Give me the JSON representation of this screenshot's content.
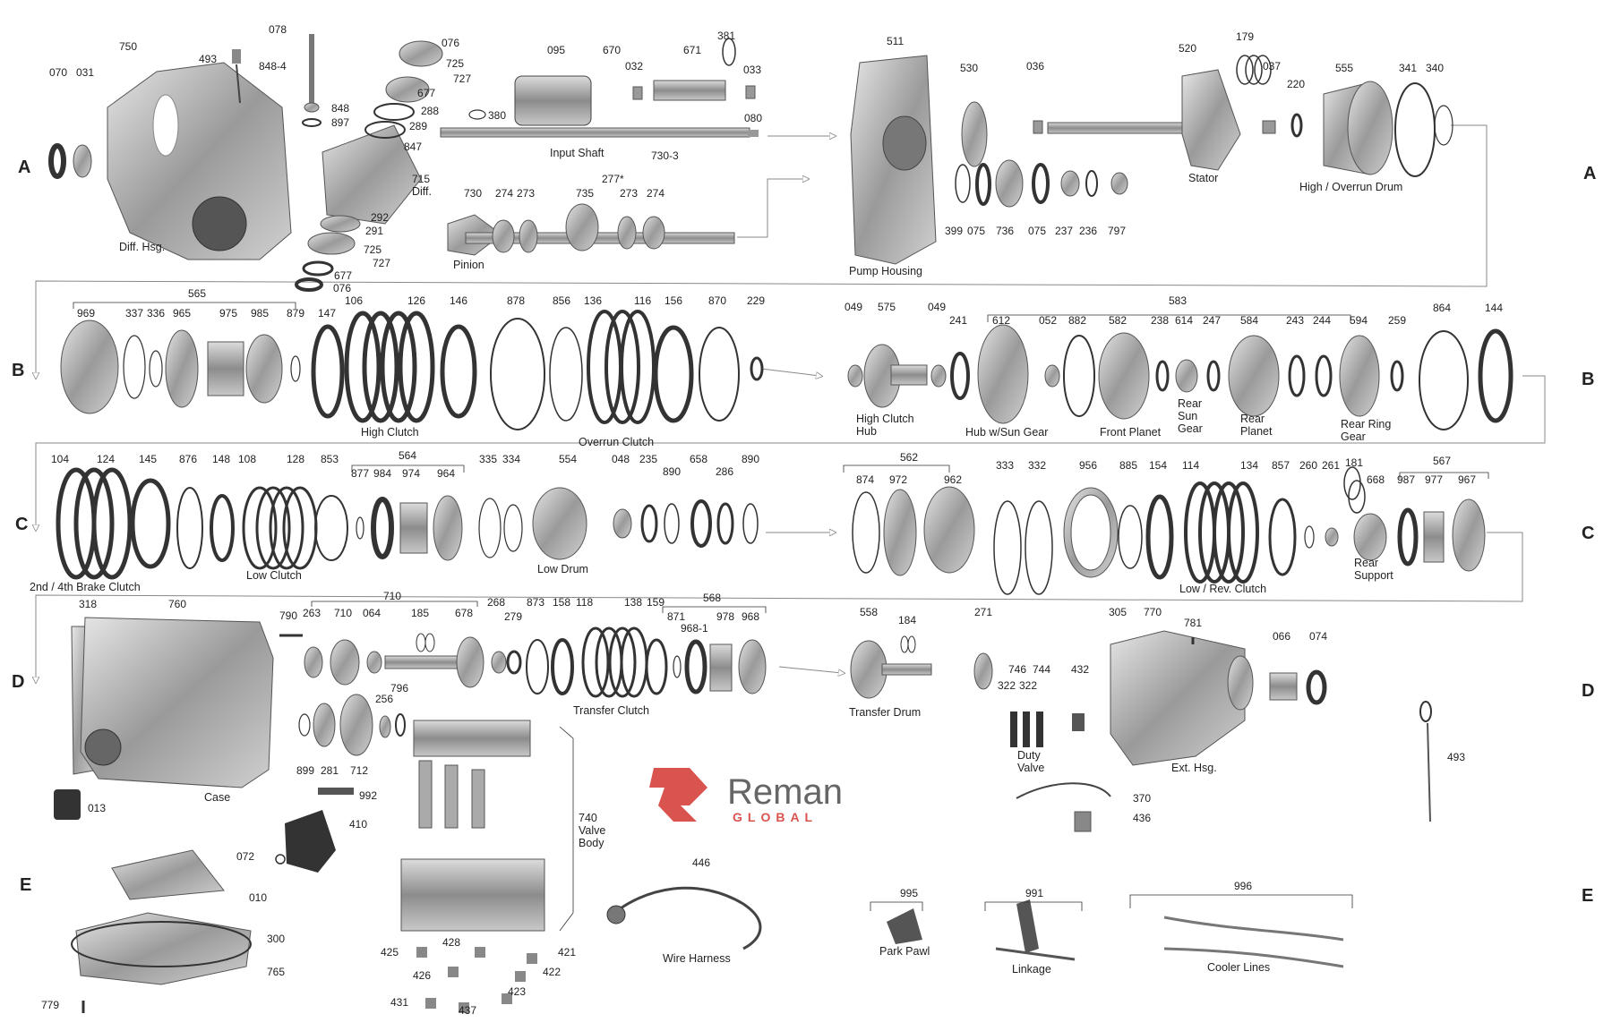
{
  "row_letters": {
    "a": "A",
    "b": "B",
    "c": "C",
    "d": "D",
    "e": "E"
  },
  "logo": {
    "brand": "Reman",
    "tagline": "GLOBAL"
  },
  "names": {
    "diff_hsg": "Diff. Hsg.",
    "diff": "Diff.",
    "pinion": "Pinion",
    "input_shaft": "Input Shaft",
    "pump_housing": "Pump Housing",
    "stator": "Stator",
    "high_overrun_drum": "High / Overrun Drum",
    "high_clutch": "High Clutch",
    "overrun_clutch": "Overrun Clutch",
    "high_clutch_hub": "High Clutch\nHub",
    "hub_sun_gear": "Hub w/Sun Gear",
    "front_planet": "Front Planet",
    "rear_sun_gear": "Rear\nSun\nGear",
    "rear_planet": "Rear\nPlanet",
    "rear_ring_gear": "Rear Ring\nGear",
    "brake_clutch": "2nd / 4th Brake Clutch",
    "low_clutch": "Low Clutch",
    "low_drum": "Low Drum",
    "low_rev_clutch": "Low / Rev. Clutch",
    "rear_support": "Rear\nSupport",
    "case": "Case",
    "transfer_clutch": "Transfer Clutch",
    "transfer_drum": "Transfer Drum",
    "duty_valve": "Duty\nValve",
    "ext_hsg": "Ext. Hsg.",
    "valve_body": "740\nValve\nBody",
    "wire_harness": "Wire Harness",
    "park_pawl": "Park Pawl",
    "linkage": "Linkage",
    "cooler_lines": "Cooler Lines"
  },
  "row_a": {
    "n070": "070",
    "n031": "031",
    "n750": "750",
    "n493": "493",
    "n078": "078",
    "n848_4": "848-4",
    "n848": "848",
    "n897": "897",
    "n076": "076",
    "n725": "725",
    "n727": "727",
    "n677": "677",
    "n288": "288",
    "n289": "289",
    "n847": "847",
    "n715": "715",
    "n292": "292",
    "n291": "291",
    "n725b": "725",
    "n727b": "727",
    "n677b": "677",
    "n076b": "076",
    "n095": "095",
    "n670": "670",
    "n032": "032",
    "n671": "671",
    "n381": "381",
    "n033": "033",
    "n380": "380",
    "n080": "080",
    "n730_3": "730-3",
    "n730": "730",
    "n274": "274",
    "n273": "273",
    "n735": "735",
    "n277": "277*",
    "n273b": "273",
    "n274b": "274",
    "n511": "511",
    "n530": "530",
    "n036": "036",
    "n520": "520",
    "n179": "179",
    "n037": "037",
    "n220": "220",
    "n555": "555",
    "n341": "341",
    "n340": "340",
    "n399": "399",
    "n075": "075",
    "n736": "736",
    "n075b": "075",
    "n237": "237",
    "n236": "236",
    "n797": "797"
  },
  "row_b": {
    "n565": "565",
    "n969": "969",
    "n337": "337",
    "n336": "336",
    "n965": "965",
    "n975": "975",
    "n985": "985",
    "n879": "879",
    "n147": "147",
    "n106": "106",
    "n126": "126",
    "n146": "146",
    "n878": "878",
    "n856": "856",
    "n136": "136",
    "n116": "116",
    "n156": "156",
    "n870": "870",
    "n229": "229",
    "n049": "049",
    "n575": "575",
    "n049b": "049",
    "n241": "241",
    "n583": "583",
    "n612": "612",
    "n052": "052",
    "n882": "882",
    "n582": "582",
    "n238": "238",
    "n614": "614",
    "n247": "247",
    "n584": "584",
    "n243": "243",
    "n244": "244",
    "n594": "594",
    "n259": "259",
    "n864": "864",
    "n144": "144"
  },
  "row_c": {
    "n104": "104",
    "n124": "124",
    "n145": "145",
    "n876": "876",
    "n148": "148",
    "n108": "108",
    "n128": "128",
    "n853": "853",
    "n564": "564",
    "n877": "877",
    "n984": "984",
    "n974": "974",
    "n964": "964",
    "n335": "335",
    "n334": "334",
    "n554": "554",
    "n048": "048",
    "n235": "235",
    "n890": "890",
    "n658": "658",
    "n286": "286",
    "n890b": "890",
    "n562": "562",
    "n874": "874",
    "n972": "972",
    "n962": "962",
    "n333": "333",
    "n332": "332",
    "n956": "956",
    "n885": "885",
    "n154": "154",
    "n114": "114",
    "n134": "134",
    "n857": "857",
    "n260": "260",
    "n261": "261",
    "n181": "181",
    "n668": "668",
    "n567": "567",
    "n987": "987",
    "n977": "977",
    "n967": "967"
  },
  "row_d": {
    "n318": "318",
    "n760": "760",
    "n790": "790",
    "n263": "263",
    "n710": "710",
    "n710b": "710",
    "n064": "064",
    "n185": "185",
    "n678": "678",
    "n268": "268",
    "n279": "279",
    "n873": "873",
    "n158": "158",
    "n118": "118",
    "n138": "138",
    "n159": "159",
    "n568": "568",
    "n871": "871",
    "n968_1": "968-1",
    "n978": "978",
    "n968": "968",
    "n558": "558",
    "n184": "184",
    "n271": "271",
    "n305": "305",
    "n770": "770",
    "n781": "781",
    "n066": "066",
    "n074": "074",
    "n746": "746",
    "n744": "744",
    "n322": "322",
    "n322b": "322",
    "n432": "432",
    "n796": "796",
    "n256": "256",
    "n899": "899",
    "n281": "281",
    "n712": "712",
    "n013": "013",
    "n493b": "493"
  },
  "row_e": {
    "n992": "992",
    "n410": "410",
    "n072": "072",
    "n010": "010",
    "n300": "300",
    "n765": "765",
    "n779": "779",
    "n446": "446",
    "n425": "425",
    "n428": "428",
    "n421": "421",
    "n426": "426",
    "n422": "422",
    "n431": "431",
    "n437": "437",
    "n423": "423",
    "n370": "370",
    "n436": "436",
    "n995": "995",
    "n991": "991",
    "n996": "996"
  },
  "colors": {
    "logo_red": "#d9534f",
    "logo_gray": "#666666",
    "flow_line": "#888888"
  }
}
